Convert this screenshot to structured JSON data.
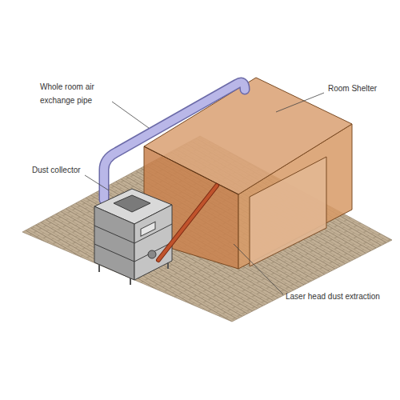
{
  "diagram": {
    "labels": [
      "Whole room air exchange pipe",
      "Dust collector",
      "Room Shelter",
      "Laser head dust extraction"
    ]
  }
}
